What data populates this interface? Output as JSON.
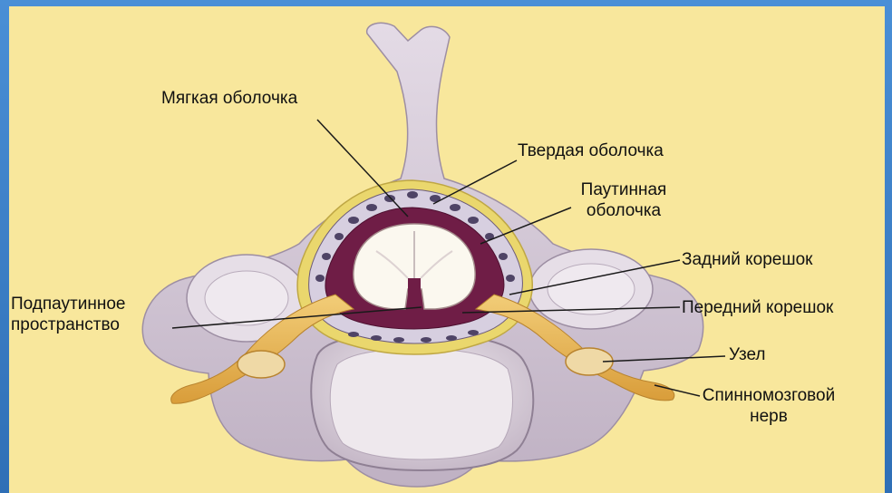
{
  "labels": {
    "pia_mater": "Мягкая оболочка",
    "dura_mater": "Твердая оболочка",
    "arachnoid_line1": "Паутинная",
    "arachnoid_line2": "оболочка",
    "posterior_root": "Задний корешок",
    "anterior_root": "Передний корешок",
    "subarachnoid_line1": "Подпаутинное",
    "subarachnoid_line2": "пространство",
    "ganglion": "Узел",
    "spinal_nerve_line1": "Спинномозговой",
    "spinal_nerve_line2": "нерв"
  },
  "colors": {
    "frame": "#3f7fc4",
    "background": "#f8e79c",
    "bone": "#d7cbd7",
    "bone_shadow": "#a99aae",
    "dura": "#e9d66a",
    "arachnoid_space": "#6f1d46",
    "spinal_cord": "#fbf8ef",
    "nerve": "#e6b85a",
    "leader_line": "#1a1a1a"
  }
}
